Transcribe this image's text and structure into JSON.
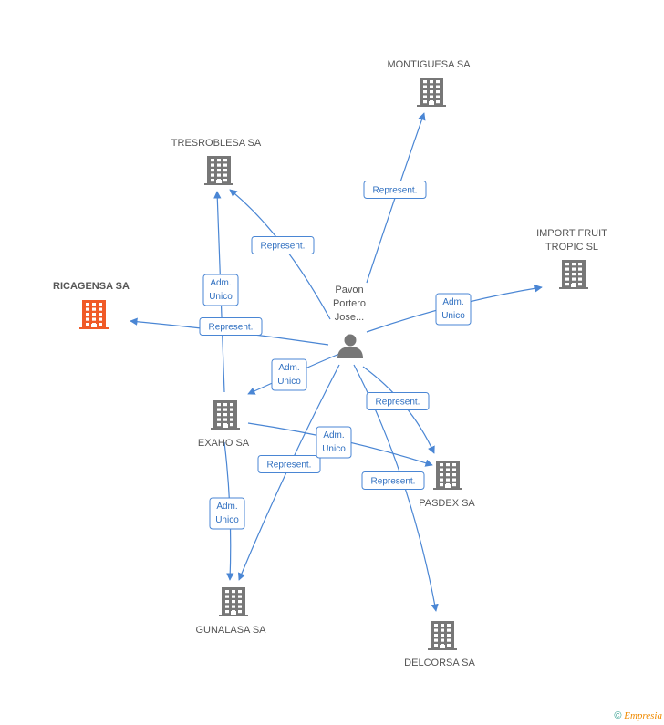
{
  "nodes": [
    {
      "id": "pavon",
      "type": "person",
      "label": [
        "Pavon",
        "Portero",
        "Jose..."
      ]
    },
    {
      "id": "montiguesa",
      "type": "company",
      "label": [
        "MONTIGUESA SA"
      ]
    },
    {
      "id": "tresroblesa",
      "type": "company",
      "label": [
        "TRESROBLESA SA"
      ]
    },
    {
      "id": "import",
      "type": "company",
      "label": [
        "IMPORT FRUIT",
        "TROPIC SL"
      ]
    },
    {
      "id": "ricagensa",
      "type": "company",
      "highlight": true,
      "label": [
        "RICAGENSA SA"
      ]
    },
    {
      "id": "exaho",
      "type": "company",
      "label": [
        "EXAHO SA"
      ]
    },
    {
      "id": "pasdex",
      "type": "company",
      "label": [
        "PASDEX SA"
      ]
    },
    {
      "id": "gunalasa",
      "type": "company",
      "label": [
        "GUNALASA SA"
      ]
    },
    {
      "id": "delcorsa",
      "type": "company",
      "label": [
        "DELCORSA SA"
      ]
    }
  ],
  "edges": [
    {
      "from": "pavon",
      "to": "montiguesa",
      "label": [
        "Represent."
      ]
    },
    {
      "from": "pavon",
      "to": "tresroblesa",
      "label": [
        "Represent."
      ]
    },
    {
      "from": "pavon",
      "to": "import",
      "label": [
        "Adm.",
        "Unico"
      ]
    },
    {
      "from": "pavon",
      "to": "ricagensa",
      "label": [
        "Represent."
      ]
    },
    {
      "from": "pavon",
      "to": "exaho",
      "label": [
        "Adm.",
        "Unico"
      ]
    },
    {
      "from": "pavon",
      "to": "pasdex",
      "label": [
        "Represent."
      ]
    },
    {
      "from": "pavon",
      "to": "gunalasa",
      "label": [
        "Represent."
      ]
    },
    {
      "from": "pavon",
      "to": "delcorsa",
      "label": [
        "Represent."
      ]
    },
    {
      "from": "exaho",
      "to": "tresroblesa",
      "label": [
        "Adm.",
        "Unico"
      ]
    },
    {
      "from": "exaho",
      "to": "pasdex",
      "label": [
        "Adm.",
        "Unico"
      ]
    },
    {
      "from": "exaho",
      "to": "gunalasa",
      "label": [
        "Adm.",
        "Unico"
      ]
    }
  ],
  "colors": {
    "edge": "#4a86d4",
    "company_icon": "#777777",
    "highlight_icon": "#f05a28",
    "person_icon": "#777777"
  },
  "credit": {
    "symbol": "©",
    "brand": "Empresia"
  }
}
